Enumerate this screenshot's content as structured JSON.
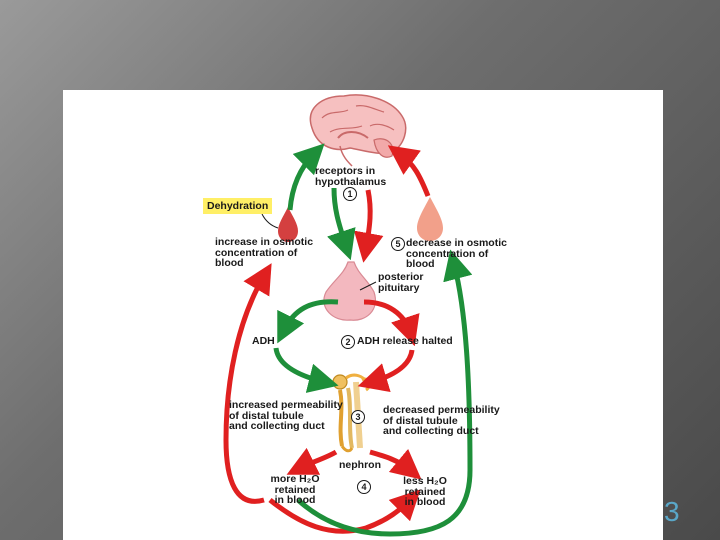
{
  "diagram": {
    "hypothalamus_label": "receptors in\nhypothalamus",
    "step1": "1",
    "dehydration": "Dehydration",
    "increase_osmotic": "increase in osmotic\nconcentration of\nblood",
    "step5": "5",
    "decrease_osmotic": "decrease in osmotic\nconcentration of\nblood",
    "pituitary_label": "posterior\npituitary",
    "adh": "ADH",
    "step2": "2",
    "adh_halted": "ADH release halted",
    "increased_perm": "increased permeability\nof distal tubule\nand collecting duct",
    "step3": "3",
    "decreased_perm": "decreased permeability\nof distal tubule\nand collecting duct",
    "nephron": "nephron",
    "more_h2o": "more H₂O\nretained\nin blood",
    "step4": "4",
    "less_h2o": "less H₂O\nretained\nin blood"
  },
  "slide": {
    "page_number": "3"
  },
  "colors": {
    "green_arrow": "#1e8f3a",
    "red_arrow": "#e02020",
    "highlight": "#ffef66",
    "page_number": "#5aa7c8"
  }
}
